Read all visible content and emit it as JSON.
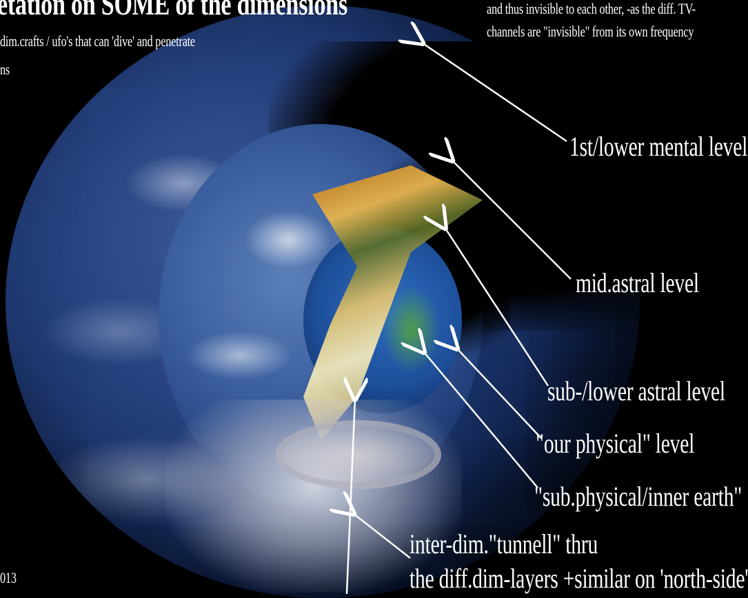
{
  "header": {
    "title": "etation on SOME of the dimensions",
    "subtitle_line1": "dim.crafts / ufo's that can 'dive' and penetrate",
    "subtitle_line2": "ns"
  },
  "note": {
    "line1": "and thus invisible to each other, -as the diff. TV-",
    "line2": "channels are \"invisible\" from its own frequency"
  },
  "labels": {
    "mental": "1st/lower mental level",
    "mid_astral": "mid.astral  level",
    "lower_astral": "sub-/lower astral level",
    "physical": "\"our physical\" level",
    "sub_physical": "\"sub.physical/inner earth\"",
    "tunnel_line1": "inter-dim.\"tunnell\" thru",
    "tunnel_line2": "the diff.dim-layers  +similar on 'north-side'"
  },
  "footer": {
    "year_fragment": "013"
  }
}
